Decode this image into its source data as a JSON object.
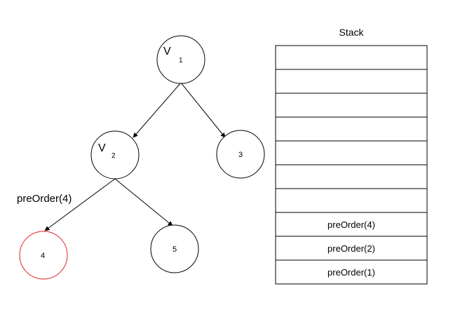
{
  "tree": {
    "nodes": [
      {
        "id": "v1",
        "letter": "V",
        "sub": "1",
        "label": ""
      },
      {
        "id": "v2",
        "letter": "V",
        "sub": "2",
        "label": ""
      },
      {
        "id": "n3",
        "letter": "",
        "sub": "",
        "label": "3"
      },
      {
        "id": "n4",
        "letter": "",
        "sub": "",
        "label": "4",
        "highlight": true,
        "highlight_color": "#e02020"
      },
      {
        "id": "n5",
        "letter": "",
        "sub": "",
        "label": "5"
      }
    ],
    "edges": [
      {
        "from": "v1",
        "to": "v2"
      },
      {
        "from": "v1",
        "to": "n3"
      },
      {
        "from": "v2",
        "to": "n4"
      },
      {
        "from": "v2",
        "to": "n5"
      }
    ],
    "annotation": "preOrder(4)"
  },
  "stack": {
    "title": "Stack",
    "cells": [
      "",
      "",
      "",
      "",
      "",
      "",
      "",
      "preOrder(4)",
      "preOrder(2)",
      "preOrder(1)"
    ]
  }
}
